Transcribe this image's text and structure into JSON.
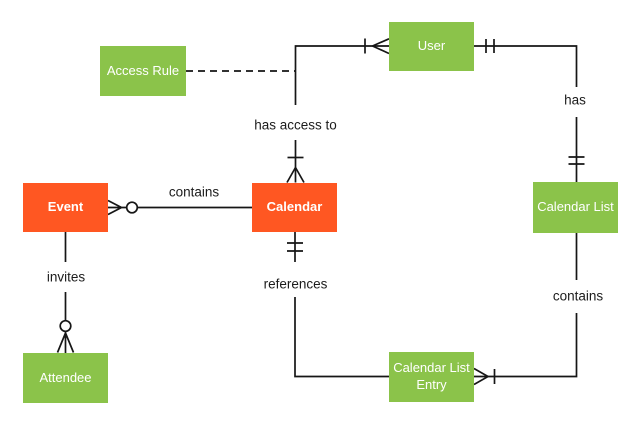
{
  "diagram": {
    "colors": {
      "entity_green": "#8BC34A",
      "entity_orange": "#FF5722",
      "entity_text": "#FFFFFF",
      "connector": "#161616",
      "label_text": "#1C1C1C",
      "background": "#FFFFFF"
    },
    "entities": [
      {
        "id": "access-rule",
        "label": "Access Rule",
        "color": "green"
      },
      {
        "id": "user",
        "label": "User",
        "color": "green"
      },
      {
        "id": "event",
        "label": "Event",
        "color": "orange"
      },
      {
        "id": "calendar",
        "label": "Calendar",
        "color": "orange"
      },
      {
        "id": "calendar-list",
        "label": "Calendar List",
        "color": "green"
      },
      {
        "id": "attendee",
        "label": "Attendee",
        "color": "green"
      },
      {
        "id": "calendar-list-entry",
        "label": "Calendar List Entry",
        "color": "green"
      }
    ],
    "relationships": [
      {
        "id": "event-contains",
        "label": "contains",
        "from": "calendar",
        "to": "event",
        "to_end_notation": "zero-or-many"
      },
      {
        "id": "invites",
        "label": "invites",
        "from": "event",
        "to": "attendee",
        "to_end_notation": "zero-or-many"
      },
      {
        "id": "has-access-to",
        "label": "has access to",
        "from": "user",
        "to": "calendar",
        "from_end_notation": "one-or-many",
        "to_end_notation": "one-or-many",
        "line_style": "dashed-link-to-access-rule"
      },
      {
        "id": "has",
        "label": "has",
        "from": "user",
        "to": "calendar-list",
        "from_end_notation": "one-and-only-one",
        "to_end_notation": "one-and-only-one"
      },
      {
        "id": "references",
        "label": "references",
        "from": "calendar",
        "to": "calendar-list-entry",
        "from_end_notation": "one-and-only-one"
      },
      {
        "id": "list-contains",
        "label": "contains",
        "from": "calendar-list",
        "to": "calendar-list-entry",
        "to_end_notation": "one-or-many"
      }
    ]
  }
}
